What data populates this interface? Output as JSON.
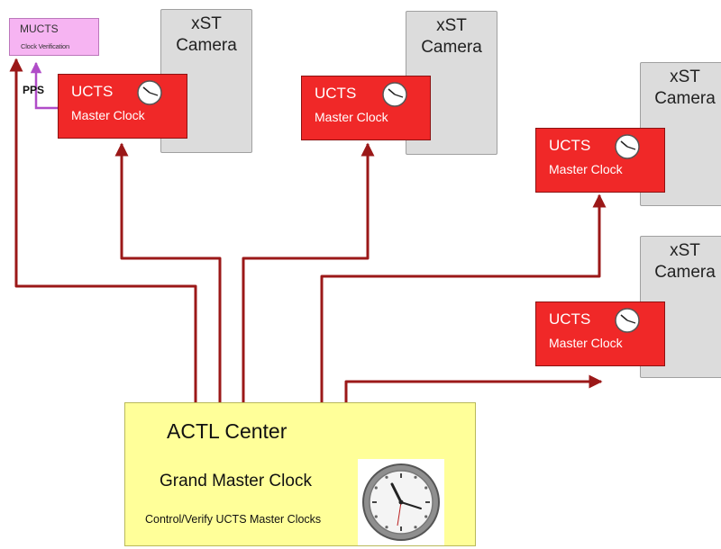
{
  "muc": {
    "title": "MUCTS",
    "subtitle": "Clock Verification"
  },
  "pps_label": "PPS",
  "cameras": [
    {
      "title": "xST\nCamera"
    },
    {
      "title": "xST\nCamera"
    },
    {
      "title": "xST\nCamera"
    },
    {
      "title": "xST\nCamera"
    }
  ],
  "ucts": [
    {
      "title": "UCTS",
      "subtitle": "Master Clock"
    },
    {
      "title": "UCTS",
      "subtitle": "Master Clock"
    },
    {
      "title": "UCTS",
      "subtitle": "Master Clock"
    },
    {
      "title": "UCTS",
      "subtitle": "Master Clock"
    }
  ],
  "actl": {
    "title": "ACTL Center",
    "grand_master": "Grand Master Clock",
    "control_text": "Control/Verify UCTS Master Clocks"
  },
  "colors": {
    "ucts_fill": "#f02828",
    "camera_fill": "#dcdcdc",
    "muc_fill": "#f6b4f2",
    "actl_fill": "#ffff99",
    "wire": "#9b1818",
    "pps_wire": "#b04cc8"
  },
  "icons": {
    "ucts_clock": "analog-clock-icon",
    "grand_master_clock": "wall-clock-icon"
  }
}
